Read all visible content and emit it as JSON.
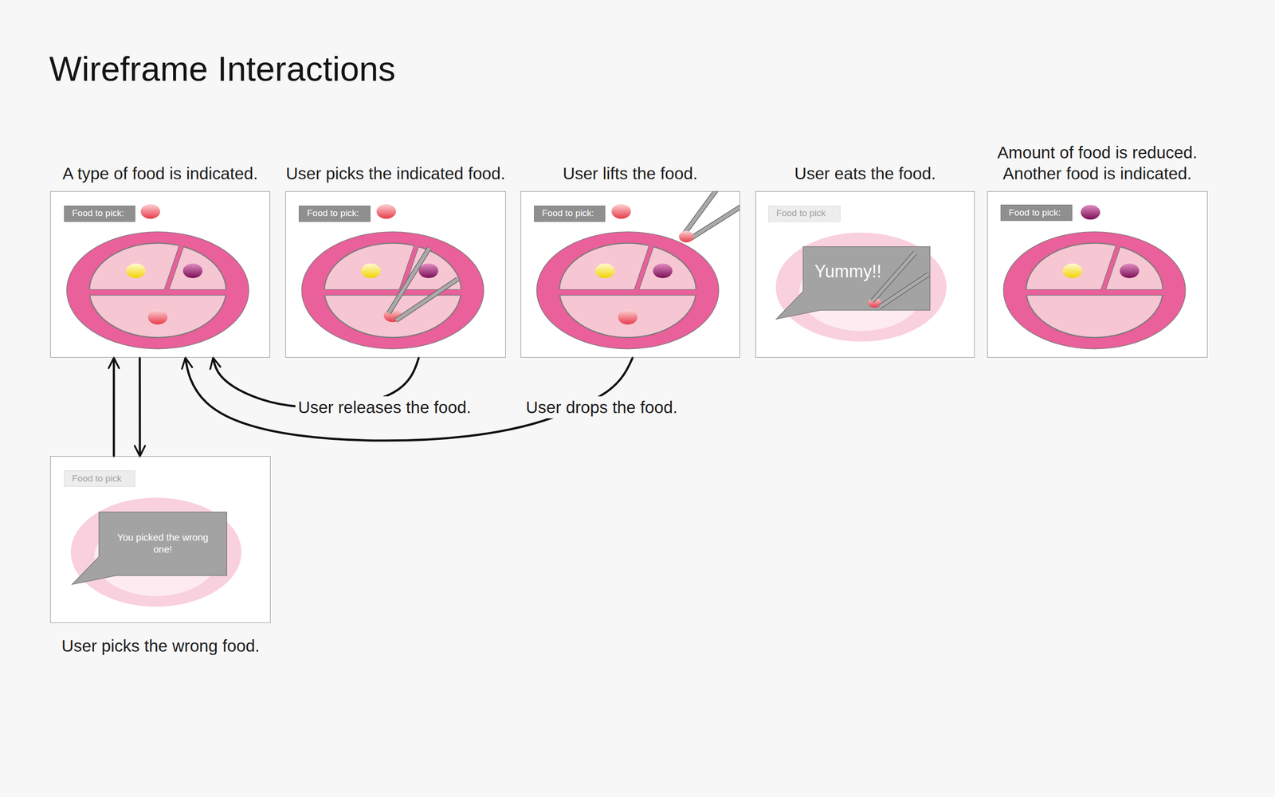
{
  "diagram": {
    "title": "Wireframe Interactions",
    "nodes": [
      {
        "text": [
          "A type of food is indicated."
        ]
      },
      {
        "text": [
          "Food to pick:"
        ],
        "in": 0
      },
      {
        "text": [
          "User picks the indicated food."
        ]
      },
      {
        "text": [
          "Food to pick:"
        ],
        "in": 2
      },
      {
        "text": [
          "User lifts the food."
        ]
      },
      {
        "text": [
          "Food to pick:"
        ],
        "in": 4
      },
      {
        "text": [
          "User eats the food."
        ]
      },
      {
        "text": [
          "Food to pick"
        ],
        "in": 6
      },
      {
        "text": [
          "Yummy!!"
        ],
        "in": 6
      },
      {
        "text": [
          "Amount of food is reduced. Another food is indicated."
        ]
      },
      {
        "text": [
          "Food to pick:"
        ],
        "in": 9
      },
      {
        "text": [
          "User picks the wrong food."
        ]
      },
      {
        "text": [
          "Food to pick"
        ],
        "in": 11
      },
      {
        "text": [
          "You picked the wrong one!"
        ],
        "in": 11
      }
    ],
    "edges": [
      {
        "from": 2,
        "to": 0,
        "label": "User releases the food.",
        "arrow": "to"
      },
      {
        "from": 4,
        "to": 0,
        "label": "User drops the food.",
        "arrow": "to"
      },
      {
        "from": 11,
        "to": 0,
        "arrow": "to"
      },
      {
        "from": 0,
        "to": 11,
        "arrow": "to"
      }
    ]
  }
}
